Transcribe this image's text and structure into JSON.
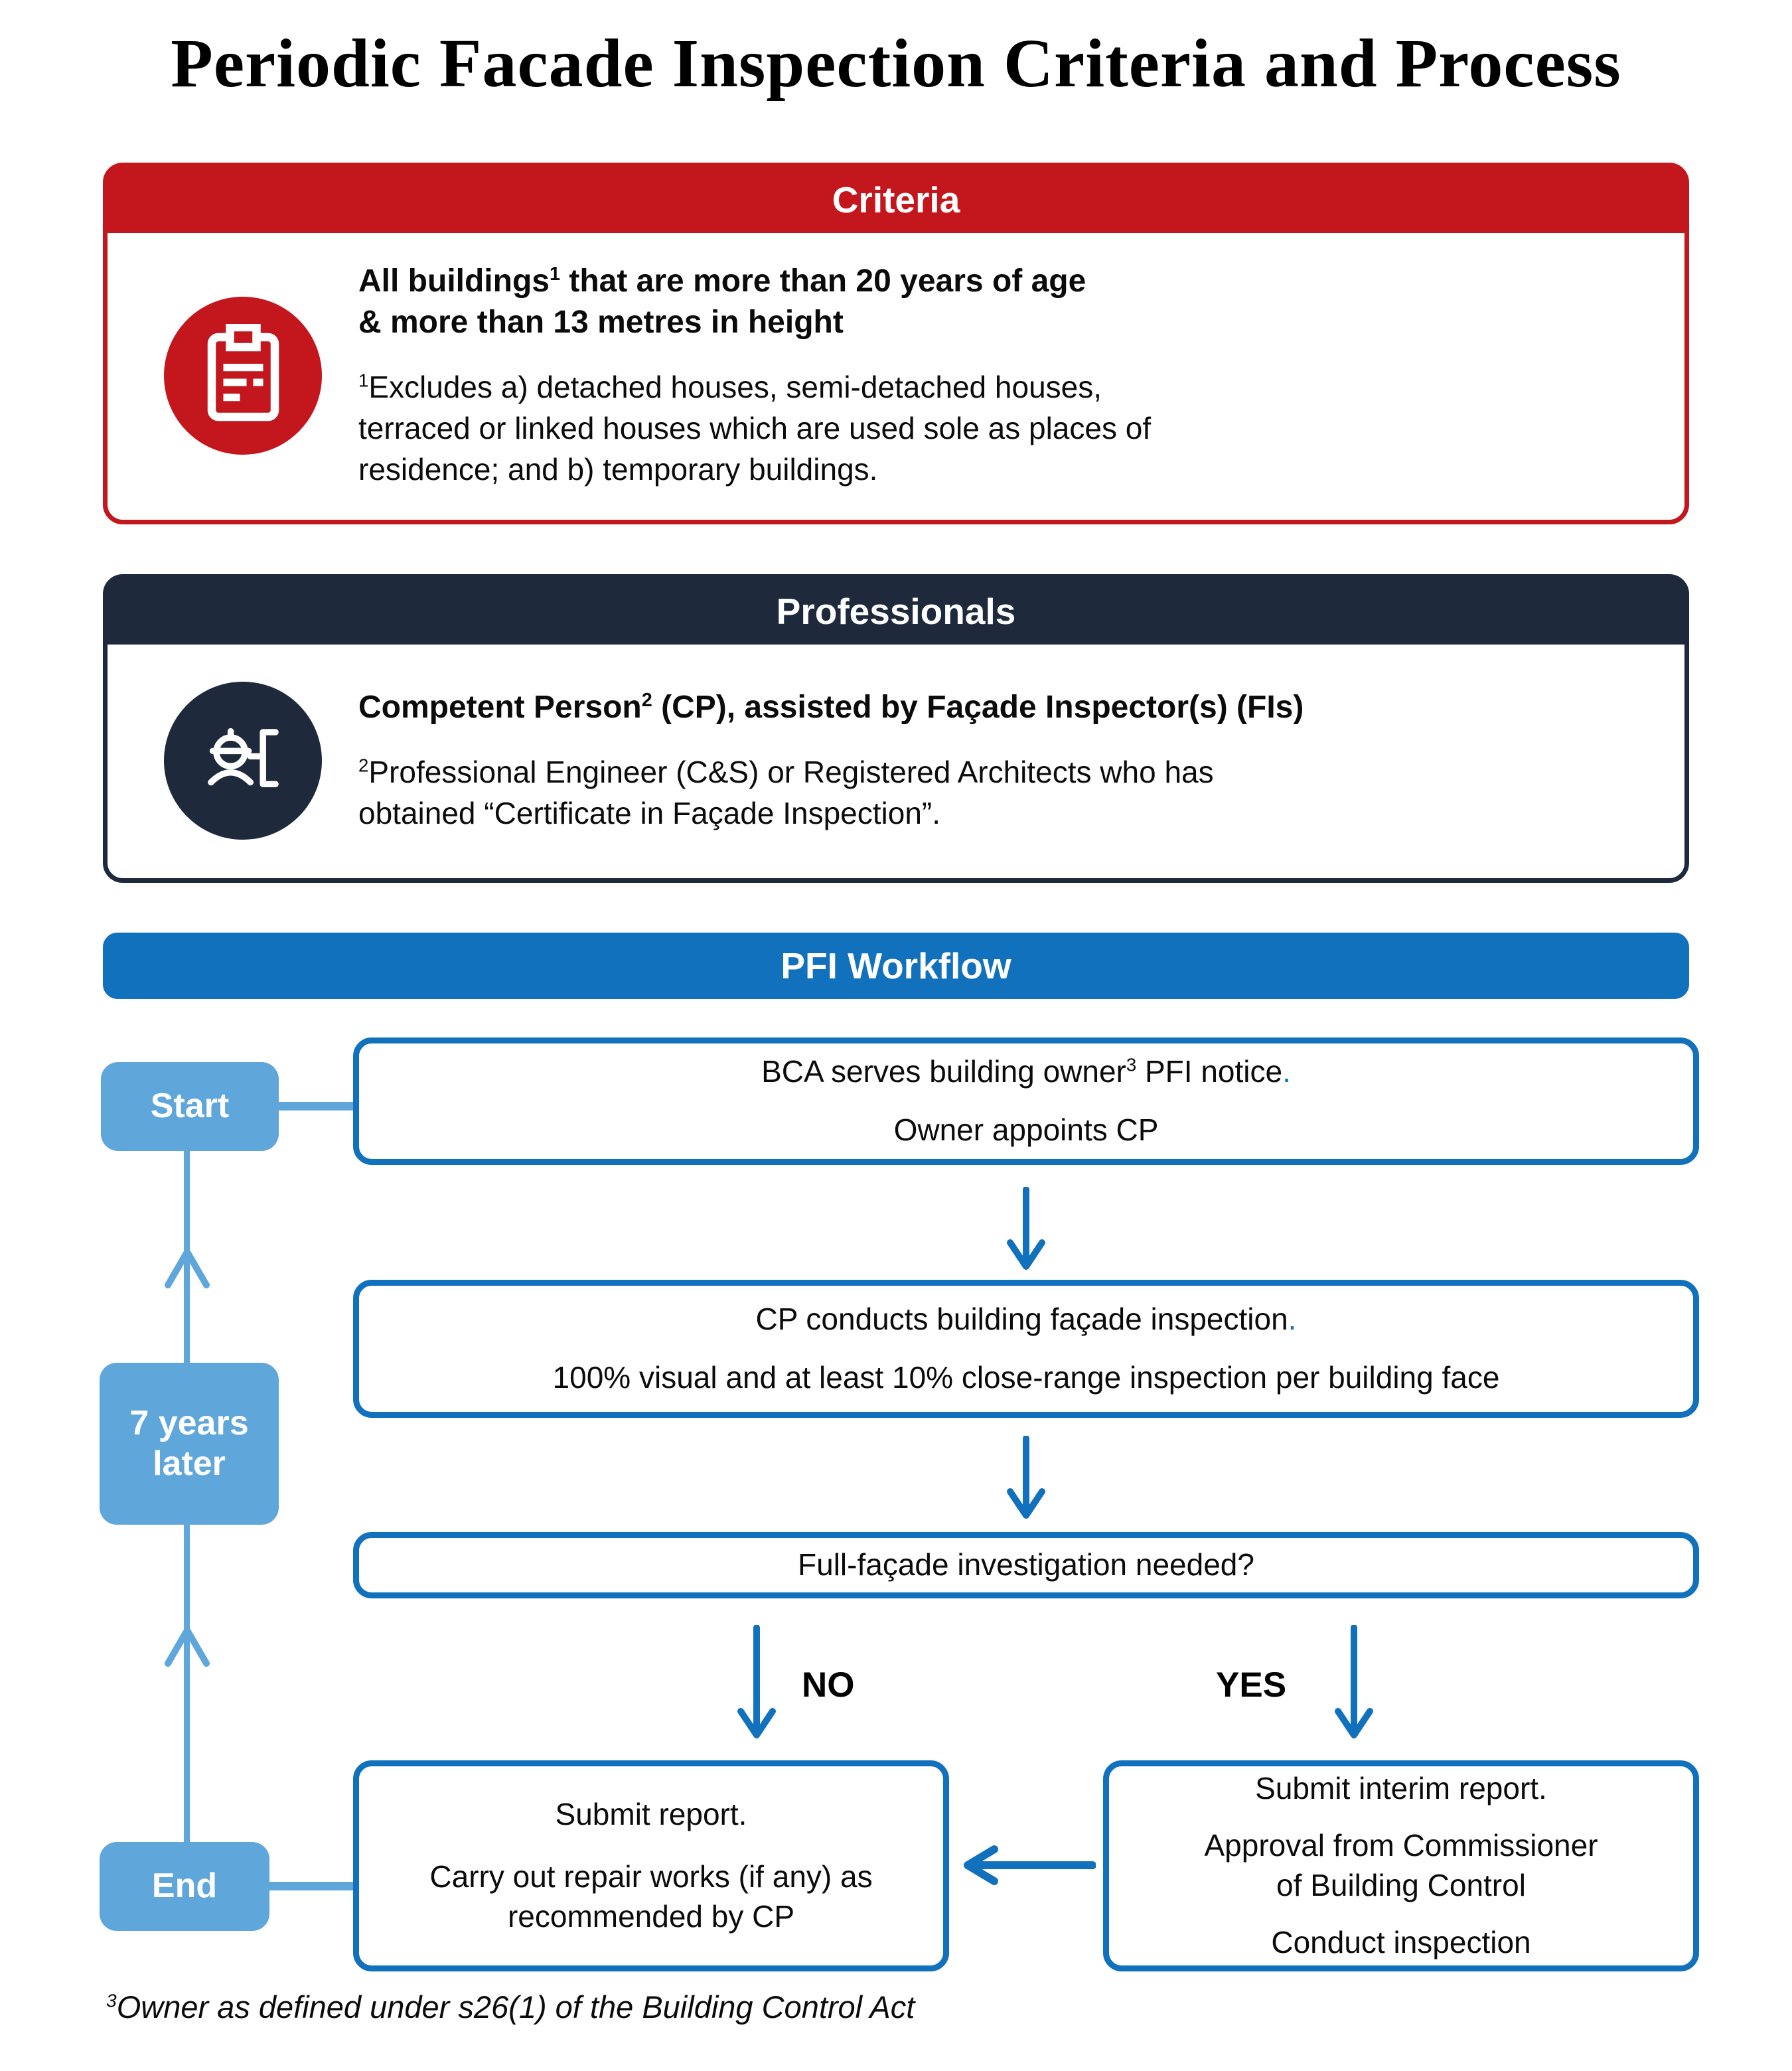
{
  "page": {
    "title": "Periodic Facade Inspection Criteria and Process"
  },
  "colors": {
    "red": "#C4161D",
    "navy": "#1E2A3B",
    "blue": "#1271BC",
    "light_blue": "#5FA6DB"
  },
  "criteria": {
    "header": "Criteria",
    "icon": "clipboard-icon",
    "heading": {
      "pre": "All buildings",
      "sup": "1",
      "post": " that are more than 20 years of age",
      "line2": "& more than 13 metres in height"
    },
    "note": {
      "sup": "1",
      "line1": "Excludes a) detached houses, semi-detached houses,",
      "line2": "terraced or linked houses which are used sole as places of",
      "line3": "residence; and b) temporary buildings."
    }
  },
  "professionals": {
    "header": "Professionals",
    "icon": "engineer-person-icon",
    "heading": {
      "pre": "Competent Person",
      "sup": "2",
      "post": " (CP), assisted by Façade Inspector(s) (FIs)"
    },
    "note": {
      "sup": "2",
      "line1": "Professional Engineer (C&S) or Registered Architects who has",
      "line2": "obtained “Certificate in Façade Inspection”."
    }
  },
  "workflow": {
    "header": "PFI Workflow",
    "start_label": "Start",
    "end_label": "End",
    "seven_years": {
      "line1": "7 years",
      "line2": "later"
    },
    "box1": {
      "line1_pre": "BCA serves building owner",
      "line1_sup": "3",
      "line1_post": " PFI notice",
      "line1_period": ".",
      "line2": "Owner appoints CP"
    },
    "box2": {
      "line1": "CP conducts building façade inspection",
      "line1_period": ".",
      "line2": "100% visual and at least 10% close-range inspection per building face"
    },
    "box3": {
      "line1": "Full-façade investigation needed?"
    },
    "no_label": "NO",
    "yes_label": "YES",
    "box_no": {
      "line1": "Submit report.",
      "line2": "Carry out repair works (if any) as recommended by CP"
    },
    "box_yes": {
      "line1": "Submit interim report.",
      "line2": "Approval from Commissioner of Building Control",
      "line3": "Conduct inspection"
    }
  },
  "footnote": {
    "sup": "3",
    "text": "Owner as defined under s26(1) of the Building Control Act"
  }
}
